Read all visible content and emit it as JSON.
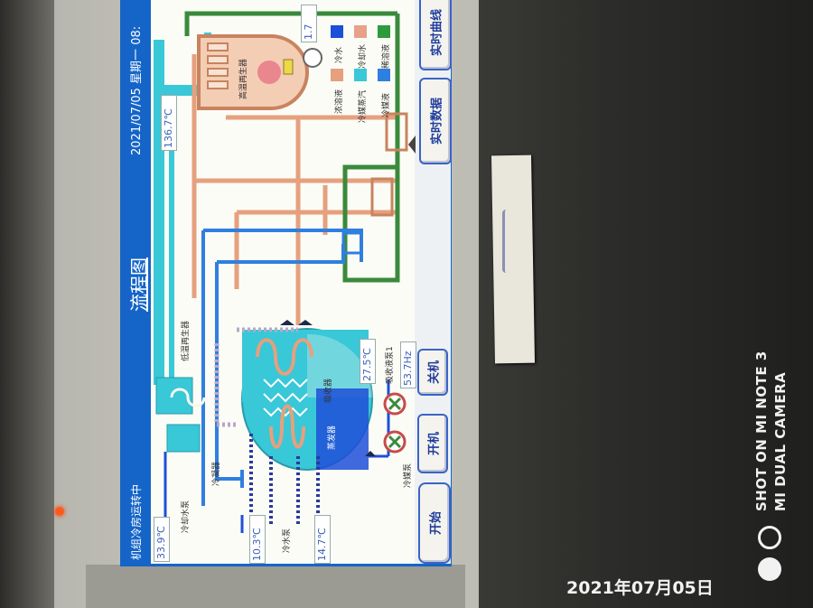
{
  "hmi": {
    "title": "流程图",
    "datetime": "2021/07/05 星期一 08:",
    "status": "机组冷房运转中",
    "buttons": {
      "realtime_curve": "实时曲线",
      "realtime_data": "实时数据",
      "start": "开始",
      "power_on": "开机",
      "power_off": "关机"
    },
    "readings": {
      "cooling_water_in": "33.9",
      "generator_temp": "136.7",
      "chilled_out": "10.3",
      "chilled_in": "14.7",
      "absorber_temp": "27.5",
      "pump_freq": "53.7",
      "top_value": "1.7"
    },
    "units": {
      "celsius": "℃",
      "hertz": "Hz"
    },
    "labels": {
      "hp_generator": "高温再生器",
      "lp_generator": "低温再生器",
      "absorber": "吸收器",
      "evaporator": "蒸发器",
      "condenser": "冷凝器",
      "cooling_pump": "冷却水泵",
      "chilled_pump": "冷水泵",
      "solution_pump": "吸收液泵1",
      "refrigerant_pump": "冷媒泵"
    },
    "legend": [
      {
        "label": "冷水",
        "color": "#1e4fd8"
      },
      {
        "label": "冷却水",
        "color": "#e8a08a"
      },
      {
        "label": "稀溶液",
        "color": "#2e9a3c"
      },
      {
        "label": "浓溶液",
        "color": "#e6a07e"
      },
      {
        "label": "冷媒蒸汽",
        "color": "#38c8d8"
      },
      {
        "label": "冷媒液",
        "color": "#2f7fe0"
      }
    ]
  },
  "photo": {
    "timestamp": "2021年07月05日",
    "watermark_line1": "SHOT ON MI NOTE 3",
    "watermark_line2": "MI DUAL CAMERA"
  },
  "colors": {
    "panel_blue": "#1565c8",
    "screen_bg": "#fbfcf6",
    "bezel": "#bdbcb4",
    "vapor": "#38c8d8",
    "solution": "#e6a07e",
    "chilled": "#1e4fd8"
  }
}
